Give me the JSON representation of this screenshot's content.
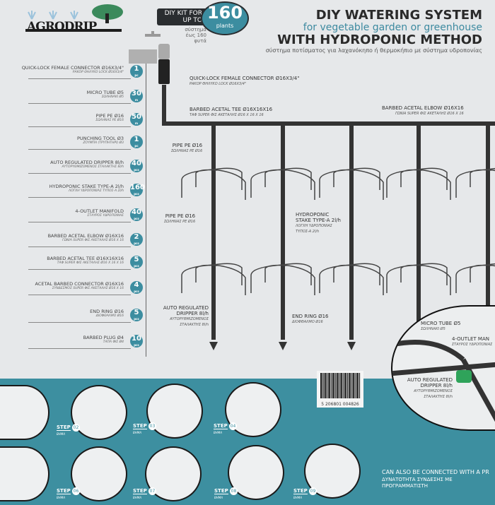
{
  "brand": {
    "name": "AGRODRIP"
  },
  "kit": {
    "label": "DIY KIT FOR UP TO",
    "number": "160",
    "unit": "plants",
    "greek": "σύστημα έως 160 φυτά"
  },
  "title": {
    "line1": "DIY WATERING SYSTEM",
    "line2": "for vegetable garden or greenhouse",
    "line3": "WITH HYDROPONIC METHOD",
    "greek": "σύστημα ποτίσματος για λαχανόκηπο ή θερμοκήπιο με σύστημα υδροπονίας"
  },
  "parts": [
    {
      "name": "QUICK-LOCK FEMALE CONNECTOR Ø16X3/4\"",
      "greek": "ΡΑΚΟΡ ΘΗΛΥΚΟ LOCK Ø16X3/4\"",
      "qty": "1",
      "unit": "pc"
    },
    {
      "name": "MICRO TUBE Ø5",
      "greek": "ΣΩΛΗΝΑΚΙ Ø5",
      "qty": "30",
      "unit": "m"
    },
    {
      "name": "PIPE PE Ø16",
      "greek": "ΣΩΛΗΝΑΣ PE Ø16",
      "qty": "50",
      "unit": "m"
    },
    {
      "name": "PUNCHING TOOL Ø3",
      "greek": "ΖΟΥΜΠΑ (ΤΡΥΠΗΤΗΡΙ) Ø3",
      "qty": "1",
      "unit": "pc"
    },
    {
      "name": "AUTO REGULATED DRIPPER 8l/h",
      "greek": "ΑΥΤΟΡΥΘΜΙΖΟΜΕΝΟΣ ΣΤΑΛΑΚΤΗΣ 8l/h",
      "qty": "40",
      "unit": "pcs"
    },
    {
      "name": "HYDROPONIC STAKE TYPE-A 2l/h",
      "greek": "ΛΟΓΧΗ ΥΔΡΟΠΟΝΙΑΣ ΤΥΠΟΣ-Α 2l/h",
      "qty": "160",
      "unit": "pcs"
    },
    {
      "name": "4-OUTLET MANIFOLD",
      "greek": "ΣΤΑΥΡΟΣ ΥΔΡΟΠΟΝΙΑΣ",
      "qty": "40",
      "unit": "pcs"
    },
    {
      "name": "BARBED ACETAL ELBOW Ø16X16",
      "greek": "ΓΩΝΙΑ SUPER ΦΙΣ ΑΚΕΤΑΛΗΣ Ø16 X 16",
      "qty": "2",
      "unit": "pcs"
    },
    {
      "name": "BARBED ACETAL TEE Ø16X16X16",
      "greek": "ΤΑΦ SUPER ΦΙΣ ΑΚΕΤΑΛΗΣ Ø16 X 16 X 16",
      "qty": "5",
      "unit": "pcs"
    },
    {
      "name": "ACETAL BARBED CONNECTOR Ø16X16",
      "greek": "ΣΥΝΔΕΣΜΟΣ SUPER ΦΙΣ ΑΚΕΤΑΛΗΣ Ø16 X 16",
      "qty": "4",
      "unit": "pcs"
    },
    {
      "name": "END RING Ø16",
      "greek": "ΔΙΟΦΘΑΛΜΟ Ø16",
      "qty": "5",
      "unit": "pcs"
    },
    {
      "name": "BARBED PLUG Ø4",
      "greek": "ΤΑΠΑ ΦΙΣ Ø4",
      "qty": "10",
      "unit": "pcs"
    }
  ],
  "diagram": {
    "connector": {
      "name": "QUICK-LOCK FEMALE CONNECTOR Ø16X3/4\"",
      "greek": "ΡΑΚΟΡ ΘΗΛΥΚΟ LOCK Ø16X3/4\""
    },
    "tee": {
      "name": "BARBED ACETAL TEE Ø16X16X16",
      "greek": "ΤΑΦ SUPER ΦΙΣ ΑΚΕΤΑΛΗΣ Ø16 X 16 X 16"
    },
    "elbow": {
      "name": "BARBED ACETAL ELBOW Ø16X16",
      "greek": "ΓΩΝΙΑ SUPER ΦΙΣ ΑΚΕΤΑΛΗΣ Ø16 X 16"
    },
    "pipe1": {
      "name": "PIPE PE Ø16",
      "greek": "ΣΩΛΗΝΑΣ PE Ø16"
    },
    "pipe2": {
      "name": "PIPE PE Ø16",
      "greek": "ΣΩΛΗΝΑΣ PE Ø16"
    },
    "stake": {
      "name": "HYDROPONIC STAKE TYPE-A 2l/h",
      "greek": "ΛΟΓΧΗ ΥΔΡΟΠΟΝΙΑΣ ΤΥΠΟΣ-Α 2l/h"
    },
    "dripper": {
      "name": "AUTO REGULATED DRIPPER 8l/h",
      "greek": "ΑΥΤΟΡΥΘΜΙΖΟΜΕΝΟΣ ΣΤΑΛΑΚΤΗΣ 8l/h"
    },
    "endring": {
      "name": "END RING Ø16",
      "greek": "ΔΙΟΦΘΑΛΜΟ Ø16"
    }
  },
  "detail": {
    "microtube": {
      "name": "MICRO TUBE Ø5",
      "greek": "ΣΩΛΗΝΑΚΙ Ø5"
    },
    "manifold": {
      "name": "4-OUTLET MAN",
      "greek": "ΣΤΑΥΡΟΣ ΥΔΡΟΠΟΝΙΑΣ"
    },
    "dripper": {
      "name": "AUTO REGULATED DRIPPER 8l/h",
      "greek": "ΑΥΤΟΡΥΘΜΙΖΟΜΕΝΟΣ ΣΤΑΛΑΚΤΗΣ 8l/h"
    }
  },
  "barcode": "5 206801 004826",
  "steps": {
    "word": "STEP",
    "greek": "ΒΗΜΑ",
    "items": [
      "02",
      "03",
      "04",
      "06",
      "07",
      "08",
      "09"
    ]
  },
  "footer": {
    "text": "CAN ALSO BE CONNECTED WITH A PR",
    "greek": "ΔΥΝΑΤΟΤΗΤΑ ΣΥΝΔΕΣΗΣ ΜΕ ΠΡΟΓΡΑΜΜΑΤΙΣΤΗ"
  },
  "colors": {
    "teal": "#3d8fa0",
    "background": "#e6e8ea",
    "dark": "#2a2d30",
    "green": "#2fa35a"
  }
}
